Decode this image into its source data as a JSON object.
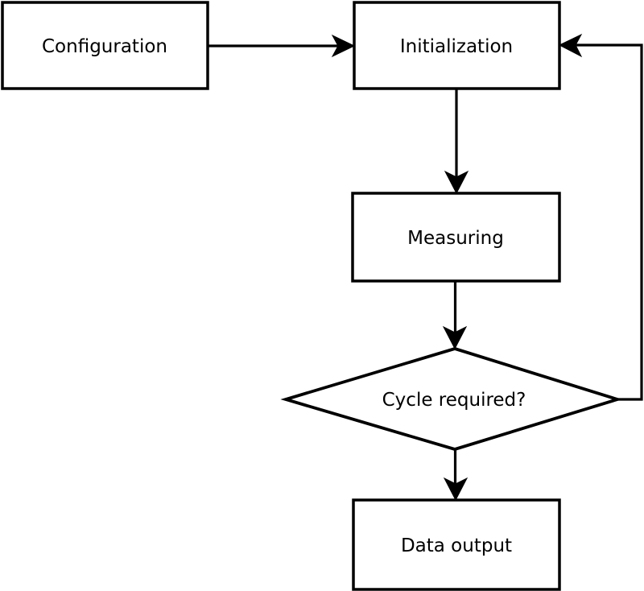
{
  "diagram": {
    "type": "flowchart",
    "colors": {
      "stroke": "#000000",
      "node_fill": "#ffffff",
      "background": "#ffffff",
      "text": "#000000"
    },
    "nodes": {
      "configuration": {
        "label": "Configuration",
        "shape": "rectangle"
      },
      "initialization": {
        "label": "Initialization",
        "shape": "rectangle"
      },
      "measuring": {
        "label": "Measuring",
        "shape": "rectangle"
      },
      "cycle_required": {
        "label": "Cycle required?",
        "shape": "diamond"
      },
      "data_output": {
        "label": "Data output",
        "shape": "rectangle"
      }
    },
    "edges": [
      {
        "from": "configuration",
        "to": "initialization",
        "style": "arrow"
      },
      {
        "from": "initialization",
        "to": "measuring",
        "style": "arrow"
      },
      {
        "from": "measuring",
        "to": "cycle_required",
        "style": "arrow"
      },
      {
        "from": "cycle_required",
        "to": "data_output",
        "style": "arrow"
      },
      {
        "from": "cycle_required",
        "to": "initialization",
        "style": "arrow-loop"
      }
    ]
  }
}
